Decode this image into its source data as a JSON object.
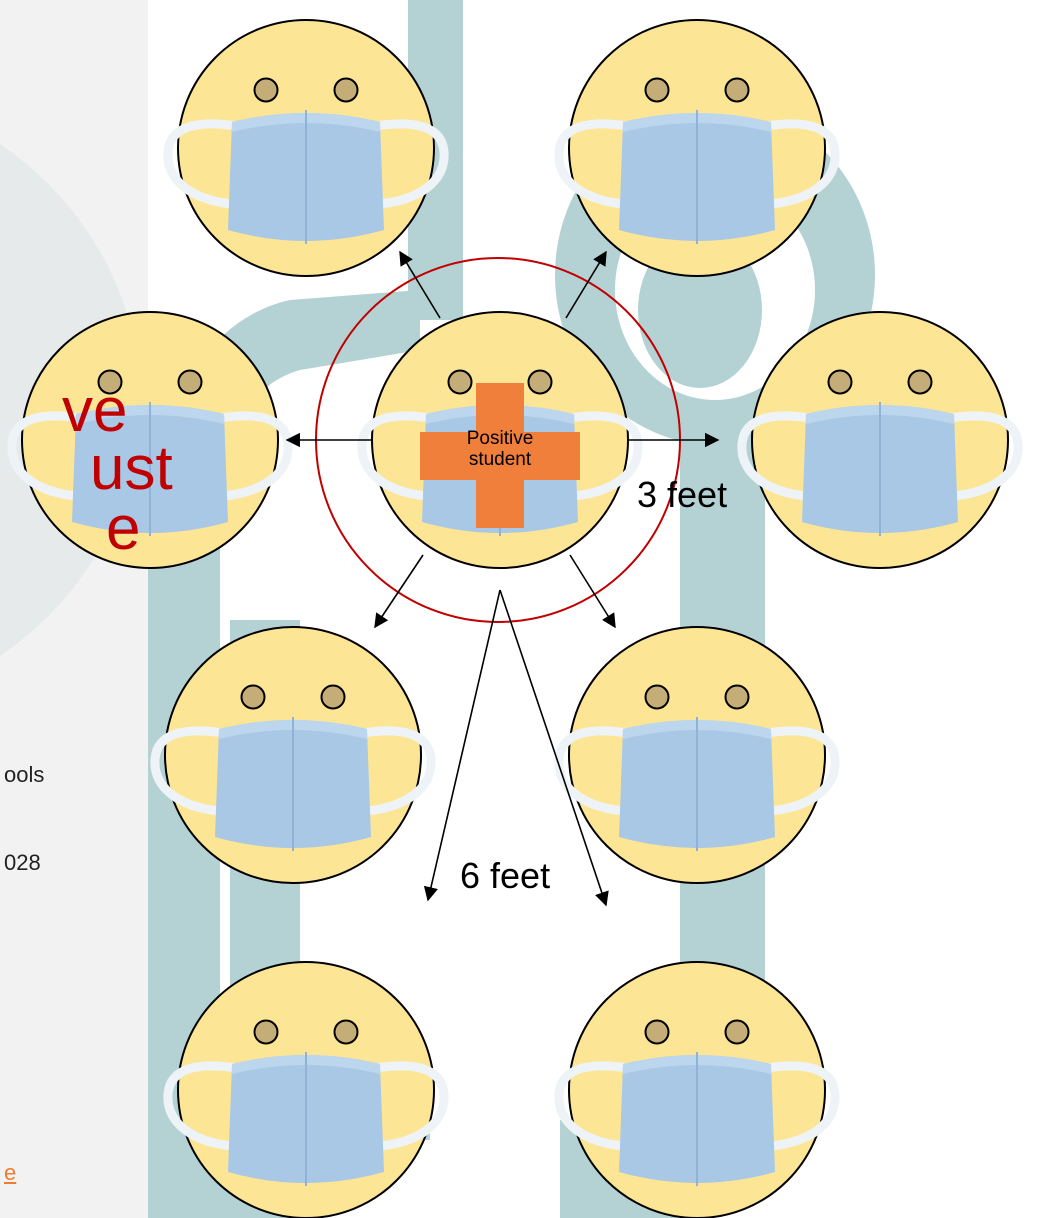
{
  "slide": {
    "title_fragments": [
      "ve",
      "ust",
      "e"
    ],
    "body_fragments": [
      "ools",
      "028"
    ],
    "link_fragment": "e"
  },
  "diagram": {
    "center_label_line1": "Positive",
    "center_label_line2": "student",
    "near_distance_label": "3 feet",
    "far_distance_label": "6 feet"
  },
  "colors": {
    "face_fill": "#fde596",
    "mask_fill": "#a8c8e6",
    "cross_fill": "#f07f3c",
    "circle_stroke": "#c00000",
    "track_fill": "#b4d2d4",
    "title_text": "#c00000",
    "link_text": "#ed7d31"
  }
}
